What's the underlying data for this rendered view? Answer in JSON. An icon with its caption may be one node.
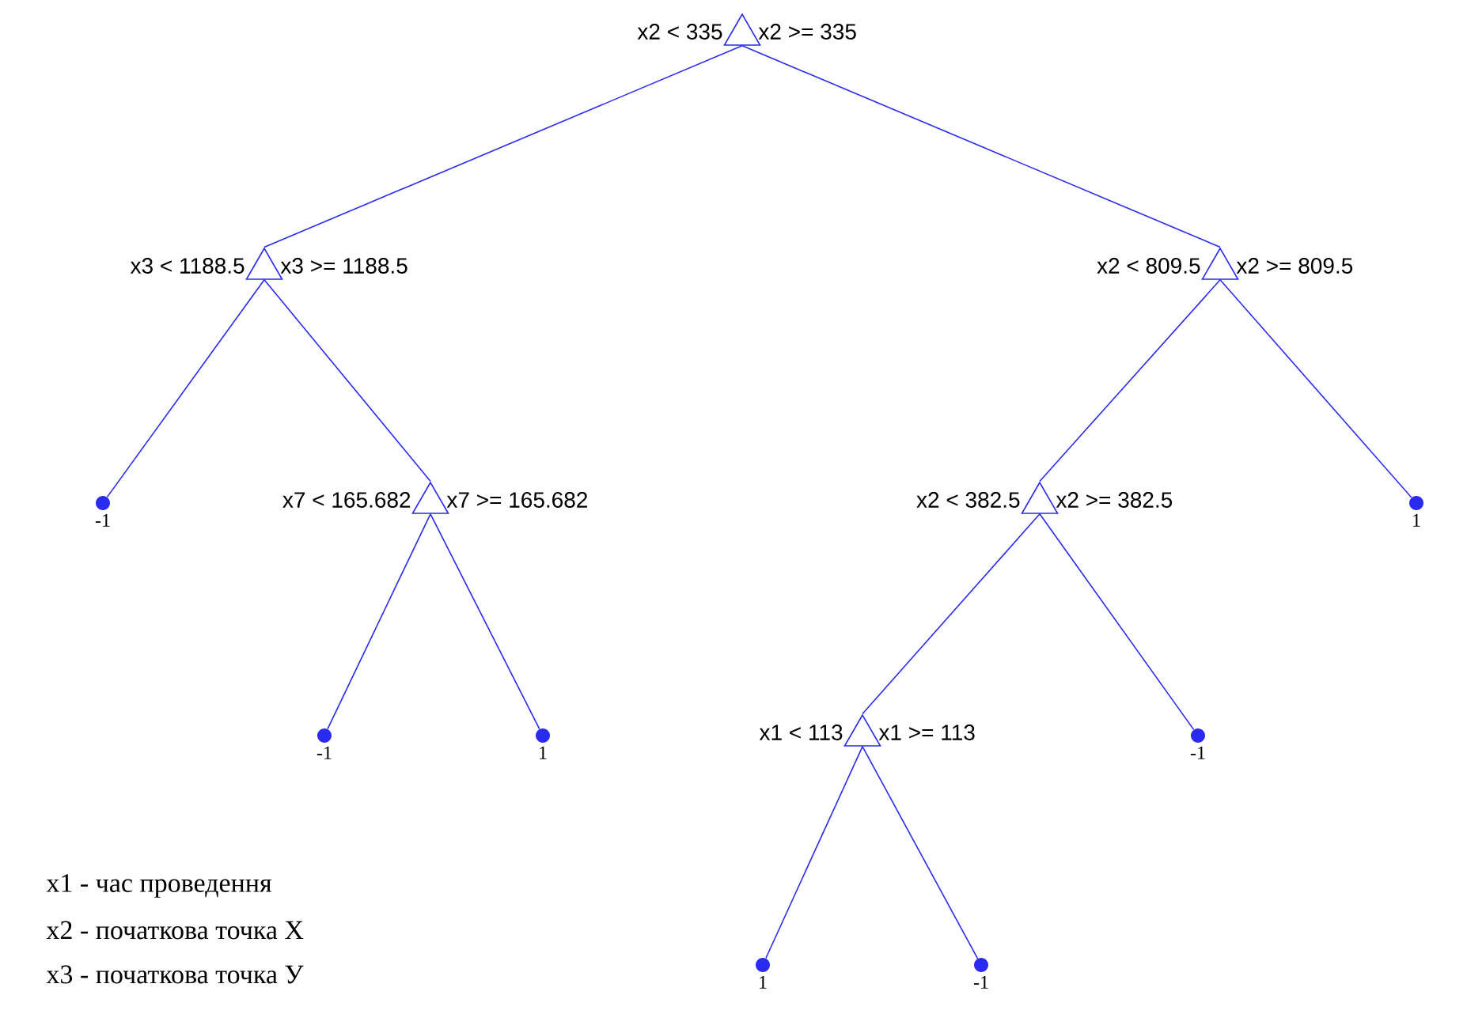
{
  "diagram": {
    "nodes": [
      {
        "text": [
          "x2 < 335",
          "x2 >= 335"
        ]
      },
      {
        "text": [
          "x3 < 1188.5",
          "x3 >= 1188.5"
        ]
      },
      {
        "text": [
          "x2 < 809.5",
          "x2 >= 809.5"
        ]
      },
      {
        "text": [
          "-1"
        ]
      },
      {
        "text": [
          "x7 < 165.682",
          "x7 >= 165.682"
        ]
      },
      {
        "text": [
          "x2 < 382.5",
          "x2 >= 382.5"
        ]
      },
      {
        "text": [
          "1"
        ]
      },
      {
        "text": [
          "-1"
        ]
      },
      {
        "text": [
          "1"
        ]
      },
      {
        "text": [
          "x1 < 113",
          "x1 >= 113"
        ]
      },
      {
        "text": [
          "-1"
        ]
      },
      {
        "text": [
          "1"
        ]
      },
      {
        "text": [
          "-1"
        ]
      }
    ],
    "edges": [
      {
        "from": 0,
        "to": 1,
        "arrow": "none"
      },
      {
        "from": 0,
        "to": 2,
        "arrow": "none"
      },
      {
        "from": 1,
        "to": 3,
        "arrow": "none"
      },
      {
        "from": 1,
        "to": 4,
        "arrow": "none"
      },
      {
        "from": 2,
        "to": 5,
        "arrow": "none"
      },
      {
        "from": 2,
        "to": 6,
        "arrow": "none"
      },
      {
        "from": 4,
        "to": 7,
        "arrow": "none"
      },
      {
        "from": 4,
        "to": 8,
        "arrow": "none"
      },
      {
        "from": 5,
        "to": 9,
        "arrow": "none"
      },
      {
        "from": 5,
        "to": 10,
        "arrow": "none"
      },
      {
        "from": 9,
        "to": 11,
        "arrow": "none"
      },
      {
        "from": 9,
        "to": 12,
        "arrow": "none"
      }
    ],
    "labels": [
      "x1 - час проведення",
      "x2 - початкова точка X",
      "x3 - початкова точка У"
    ]
  }
}
